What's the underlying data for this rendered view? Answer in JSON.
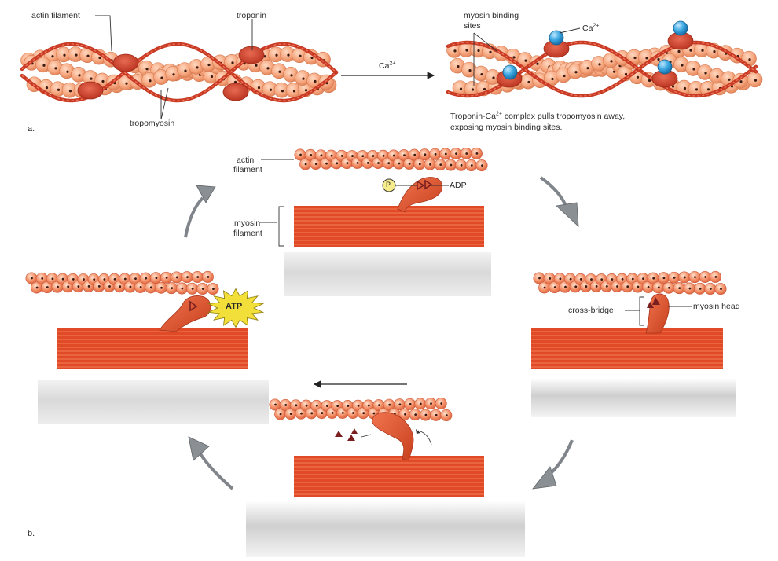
{
  "panel_a": {
    "letter": "a.",
    "actin_filament": "actin filament",
    "troponin": "troponin",
    "tropomyosin": "tropomyosin",
    "arrow_label": "Ca",
    "arrow_label_sup": "2+",
    "myosin_binding_sites_1": "myosin binding",
    "myosin_binding_sites_2": "sites",
    "calcium": "Ca",
    "calcium_sup": "2+",
    "caption_1a": "Troponin-Ca",
    "caption_1sup": "2+",
    "caption_1b": " complex pulls tropomyosin away,",
    "caption_2": "exposing myosin binding sites."
  },
  "panel_b": {
    "letter": "b.",
    "actin_1": "actin",
    "actin_2": "filament",
    "phosphate": "P",
    "adp": "ADP",
    "myosin_1": "myosin",
    "myosin_2": "filament",
    "atp": "ATP",
    "cross_bridge": "cross-bridge",
    "myosin_head": "myosin head"
  },
  "colors": {
    "actin_bead": "#f5a883",
    "actin_bead_dark": "#e8875f",
    "tropomyosin": "#d8432e",
    "troponin": "#c9402d",
    "myosin_filament": "#e04a26",
    "calcium": "#3aa6e0",
    "arrow_gray": "#8a8f94",
    "atp_star": "#f2df3a"
  }
}
